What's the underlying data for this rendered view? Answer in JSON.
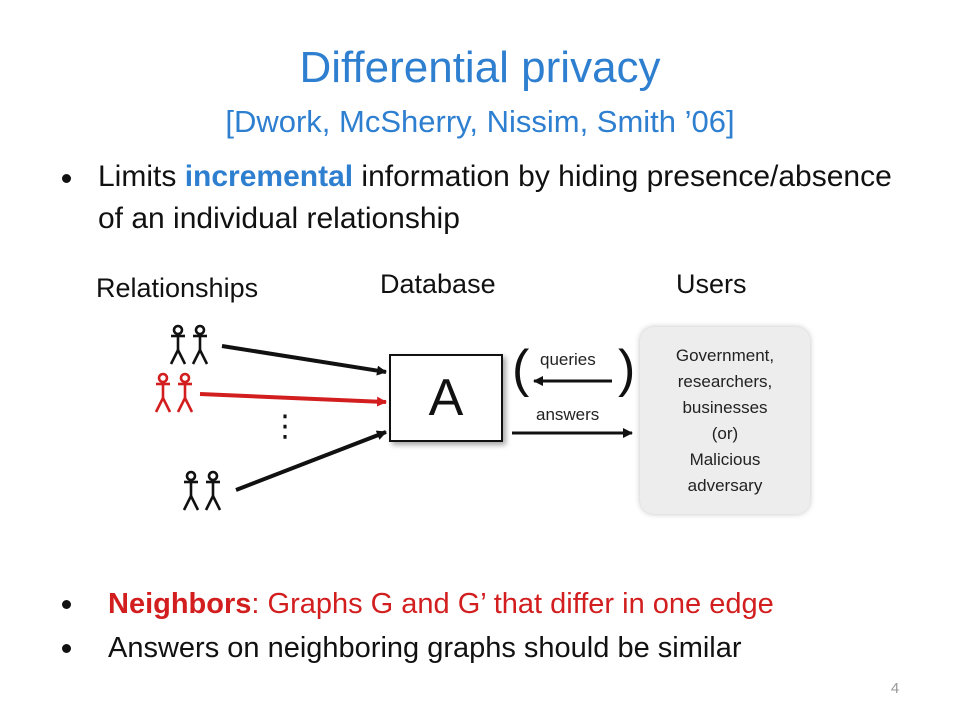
{
  "title": "Differential privacy",
  "citation": "[Dwork, McSherry, Nissim, Smith ’06]",
  "bullet1": {
    "before": "Limits ",
    "highlight": "incremental",
    "after": " information by hiding presence/absence of an individual relationship"
  },
  "diagram": {
    "relationships_label": "Relationships",
    "database_label": "Database",
    "users_label": "Users",
    "database_symbol": "A",
    "queries_label": "queries",
    "answers_label": "answers",
    "paren_open": "(",
    "paren_close": ")",
    "ellipsis": "⋮",
    "users_box_lines": [
      "Government,",
      "researchers,",
      "businesses",
      "(or)",
      "Malicious",
      "adversary"
    ],
    "colors": {
      "normal": "#111111",
      "highlight": "#d21e1e"
    }
  },
  "bottom_bullets": {
    "neighbors_term": "Neighbors",
    "neighbors_rest": ": Graphs G and G’ that differ in one edge",
    "second": "Answers on neighboring graphs should be similar"
  },
  "page_number": "4",
  "colors": {
    "title": "#2e7fd0",
    "accent_red": "#d21e1e"
  }
}
